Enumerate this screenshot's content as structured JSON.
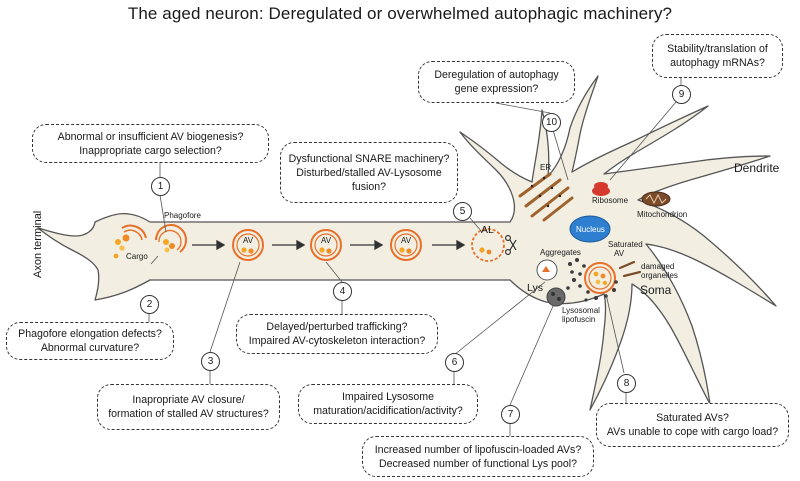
{
  "title": "The aged neuron: Deregulated or overwhelmed autophagic machinery?",
  "steps": [
    {
      "n": "1",
      "lines": [
        "Abnormal or insufficient AV biogenesis?",
        "Inappropriate cargo selection?"
      ]
    },
    {
      "n": "2",
      "lines": [
        "Phagofore elongation defects?",
        "Abnormal curvature?"
      ]
    },
    {
      "n": "3",
      "lines": [
        "Inapropriate AV closure/",
        "formation of stalled AV structures?"
      ]
    },
    {
      "n": "4",
      "lines": [
        "Delayed/perturbed trafficking?",
        "Impaired AV-cytoskeleton interaction?"
      ]
    },
    {
      "n": "5",
      "lines": [
        "Dysfunctional SNARE machinery?",
        "Disturbed/stalled AV-Lysosome",
        "fusion?"
      ]
    },
    {
      "n": "6",
      "lines": [
        "Impaired Lysosome",
        "maturation/acidification/activity?"
      ]
    },
    {
      "n": "7",
      "lines": [
        "Increased number of lipofuscin-loaded AVs?",
        "Decreased number of functional Lys pool?"
      ]
    },
    {
      "n": "8",
      "lines": [
        "Saturated AVs?",
        "AVs unable to cope with cargo load?"
      ]
    },
    {
      "n": "9",
      "lines": [
        "Stability/translation of",
        "autophagy mRNAs?"
      ]
    },
    {
      "n": "10",
      "lines": [
        "Deregulation of autophagy",
        "gene expression?"
      ]
    }
  ],
  "labels": {
    "axon_terminal": "Axon terminal",
    "phagofore": "Phagofore",
    "cargo": "Cargo",
    "av": "AV",
    "al": "AL",
    "er": "ER",
    "ribosome": "Ribosome",
    "nucleus": "Nucleus",
    "mitochondrion": "Mitochondrion",
    "dendrite": "Dendrite",
    "aggregates": "Aggregates",
    "saturated_av": [
      "Saturated",
      "AV"
    ],
    "damaged_organelles": [
      "damaged",
      "organelles"
    ],
    "soma": "Soma",
    "lys": "Lys",
    "lysosomal_lipofuscin": [
      "Lysosomal",
      "lipofuscin"
    ]
  },
  "colors": {
    "cell_fill": "#f2efe2",
    "cell_outline": "#555555",
    "membrane": "#e8702a",
    "cargo": "#f5a623",
    "nucleus": "#2f7fd0",
    "ribosome": "#d63a2f",
    "er": "#a0622d",
    "mitochondrion": "#7a4a2a"
  }
}
